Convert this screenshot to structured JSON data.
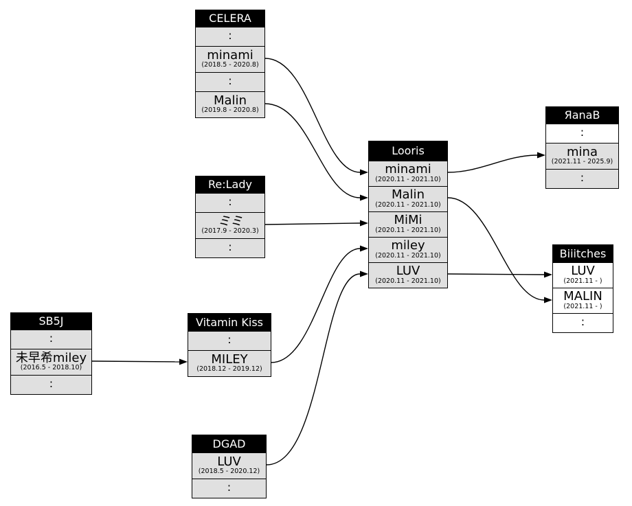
{
  "diagram_type": "member-lineage-graph",
  "colors": {
    "header_bg": "#000000",
    "header_text": "#ffffff",
    "former_row_fill": "#e0e0e0",
    "current_row_fill": "#ffffff",
    "border": "#000000",
    "edge": "#000000",
    "background": "#ffffff"
  },
  "ellipsis_glyph": ":",
  "groups": [
    {
      "name": "CELERA",
      "rows": [
        {
          "type": "ellipsis",
          "text": ":"
        },
        {
          "type": "member",
          "name": "minami",
          "dates": "(2018.5 - 2020.8)",
          "status": "former"
        },
        {
          "type": "ellipsis",
          "text": ":"
        },
        {
          "type": "member",
          "name": "Malin",
          "dates": "(2019.8 - 2020.8)",
          "status": "former"
        }
      ]
    },
    {
      "name": "Re:Lady",
      "rows": [
        {
          "type": "ellipsis",
          "text": ":"
        },
        {
          "type": "member",
          "name": "ミミ",
          "dates": "(2017.9 - 2020.3)",
          "status": "former"
        },
        {
          "type": "ellipsis",
          "text": ":"
        }
      ]
    },
    {
      "name": "SB5J",
      "rows": [
        {
          "type": "ellipsis",
          "text": ":"
        },
        {
          "type": "member",
          "name": "未早希miley",
          "dates": "(2016.5 - 2018.10)",
          "status": "former"
        },
        {
          "type": "ellipsis",
          "text": ":"
        }
      ]
    },
    {
      "name": "Vitamin Kiss",
      "rows": [
        {
          "type": "ellipsis",
          "text": ":"
        },
        {
          "type": "member",
          "name": "MILEY",
          "dates": "(2018.12 - 2019.12)",
          "status": "former"
        }
      ]
    },
    {
      "name": "DGAD",
      "rows": [
        {
          "type": "member",
          "name": "LUV",
          "dates": "(2018.5 - 2020.12)",
          "status": "former"
        },
        {
          "type": "ellipsis",
          "text": ":"
        }
      ]
    },
    {
      "name": "Looris",
      "rows": [
        {
          "type": "member",
          "name": "minami",
          "dates": "(2020.11 - 2021.10)",
          "status": "former"
        },
        {
          "type": "member",
          "name": "Malin",
          "dates": "(2020.11 - 2021.10)",
          "status": "former"
        },
        {
          "type": "member",
          "name": "MiMi",
          "dates": "(2020.11 - 2021.10)",
          "status": "former"
        },
        {
          "type": "member",
          "name": "miley",
          "dates": "(2020.11 - 2021.10)",
          "status": "former"
        },
        {
          "type": "member",
          "name": "LUV",
          "dates": "(2020.11 - 2021.10)",
          "status": "former"
        }
      ]
    },
    {
      "name": "ЯanaB",
      "rows": [
        {
          "type": "ellipsis",
          "text": ":",
          "status": "current"
        },
        {
          "type": "member",
          "name": "mina",
          "dates": "(2021.11 - 2025.9)",
          "status": "former"
        },
        {
          "type": "ellipsis",
          "text": ":"
        }
      ]
    },
    {
      "name": "Biiitches",
      "rows": [
        {
          "type": "member",
          "name": "LUV",
          "dates": "(2021.11 - )",
          "status": "current"
        },
        {
          "type": "member",
          "name": "MALIN",
          "dates": "(2021.11 - )",
          "status": "current"
        },
        {
          "type": "ellipsis",
          "text": ":",
          "status": "current"
        }
      ]
    }
  ],
  "edges": [
    {
      "from": "CELERA / minami",
      "to": "Looris / minami"
    },
    {
      "from": "CELERA / Malin",
      "to": "Looris / Malin"
    },
    {
      "from": "Re:Lady / ミミ",
      "to": "Looris / MiMi"
    },
    {
      "from": "SB5J / 未早希miley",
      "to": "Vitamin Kiss / MILEY"
    },
    {
      "from": "Vitamin Kiss / MILEY",
      "to": "Looris / miley"
    },
    {
      "from": "DGAD / LUV",
      "to": "Looris / LUV"
    },
    {
      "from": "Looris / minami",
      "to": "ЯanaB / mina"
    },
    {
      "from": "Looris / Malin",
      "to": "Biiitches / MALIN"
    },
    {
      "from": "Looris / LUV",
      "to": "Biiitches / LUV"
    }
  ]
}
